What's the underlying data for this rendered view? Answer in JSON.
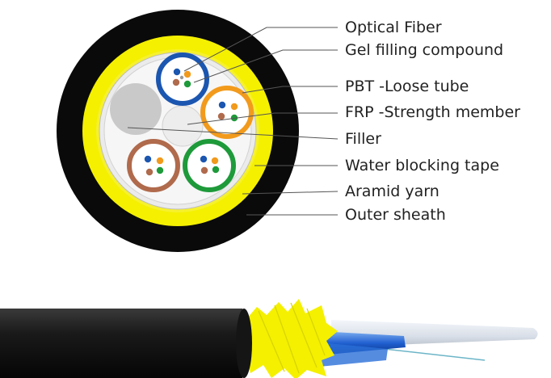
{
  "labels": {
    "optical_fiber": "Optical Fiber",
    "gel_filling": "Gel filling compound",
    "pbt_tube": "PBT -Loose tube",
    "frp_member": "FRP -Strength member",
    "filler": "Filler",
    "water_tape": "Water blocking tape",
    "aramid_yarn": "Aramid yarn",
    "outer_sheath": "Outer sheath"
  },
  "colors": {
    "sheath": "#0a0a0a",
    "aramid": "#f4f000",
    "tape": "#e9e9e9",
    "tube_blue": "#1b56b0",
    "tube_orange": "#f29a1c",
    "tube_brown": "#b06a4c",
    "tube_green": "#1e9a3a",
    "filler": "#c8c8c8",
    "frp": "#ececec"
  }
}
